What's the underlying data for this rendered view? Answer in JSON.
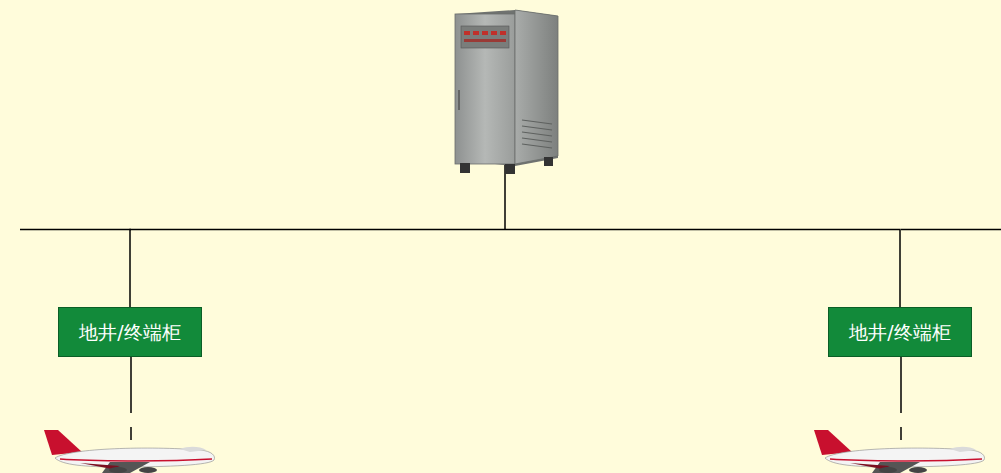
{
  "diagram": {
    "nodes": [
      {
        "text": [
          "地井/终端柜"
        ]
      },
      {
        "text": [
          "地井/终端柜"
        ]
      }
    ],
    "edges": [
      {
        "from": 0,
        "to": 1,
        "arrow": "none"
      }
    ]
  }
}
